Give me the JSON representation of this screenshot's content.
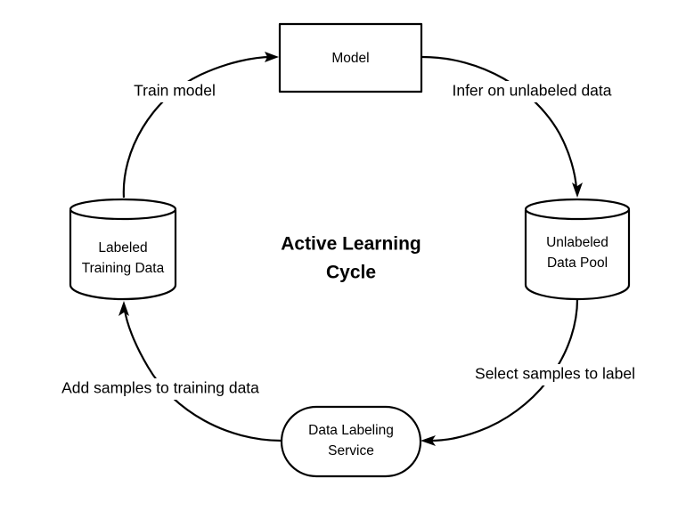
{
  "diagram": {
    "title": "Active Learning Cycle",
    "title_lines": [
      "Active Learning",
      "Cycle"
    ],
    "background_color": "#ffffff",
    "stroke_color": "#000000",
    "text_color": "#000000",
    "nodes": [
      {
        "id": "model",
        "shape": "rectangle",
        "label": "Model",
        "lines": [
          "Model"
        ]
      },
      {
        "id": "unlabeled-data-pool",
        "shape": "cylinder",
        "label": "Unlabeled Data Pool",
        "lines": [
          "Unlabeled",
          "Data Pool"
        ]
      },
      {
        "id": "data-labeling-service",
        "shape": "rounded-rectangle",
        "label": "Data Labeling Service",
        "lines": [
          "Data Labeling",
          "Service"
        ]
      },
      {
        "id": "labeled-training-data",
        "shape": "cylinder",
        "label": "Labeled Training Data",
        "lines": [
          "Labeled",
          "Training Data"
        ]
      }
    ],
    "edges": [
      {
        "id": "train-model",
        "label": "Train model",
        "from": "labeled-training-data",
        "to": "model"
      },
      {
        "id": "infer-on-unlabeled-data",
        "label": "Infer on unlabeled data",
        "from": "model",
        "to": "unlabeled-data-pool"
      },
      {
        "id": "select-samples-to-label",
        "label": "Select samples to label",
        "from": "unlabeled-data-pool",
        "to": "data-labeling-service"
      },
      {
        "id": "add-samples-to-training-data",
        "label": "Add samples to training data",
        "from": "data-labeling-service",
        "to": "labeled-training-data"
      }
    ]
  }
}
